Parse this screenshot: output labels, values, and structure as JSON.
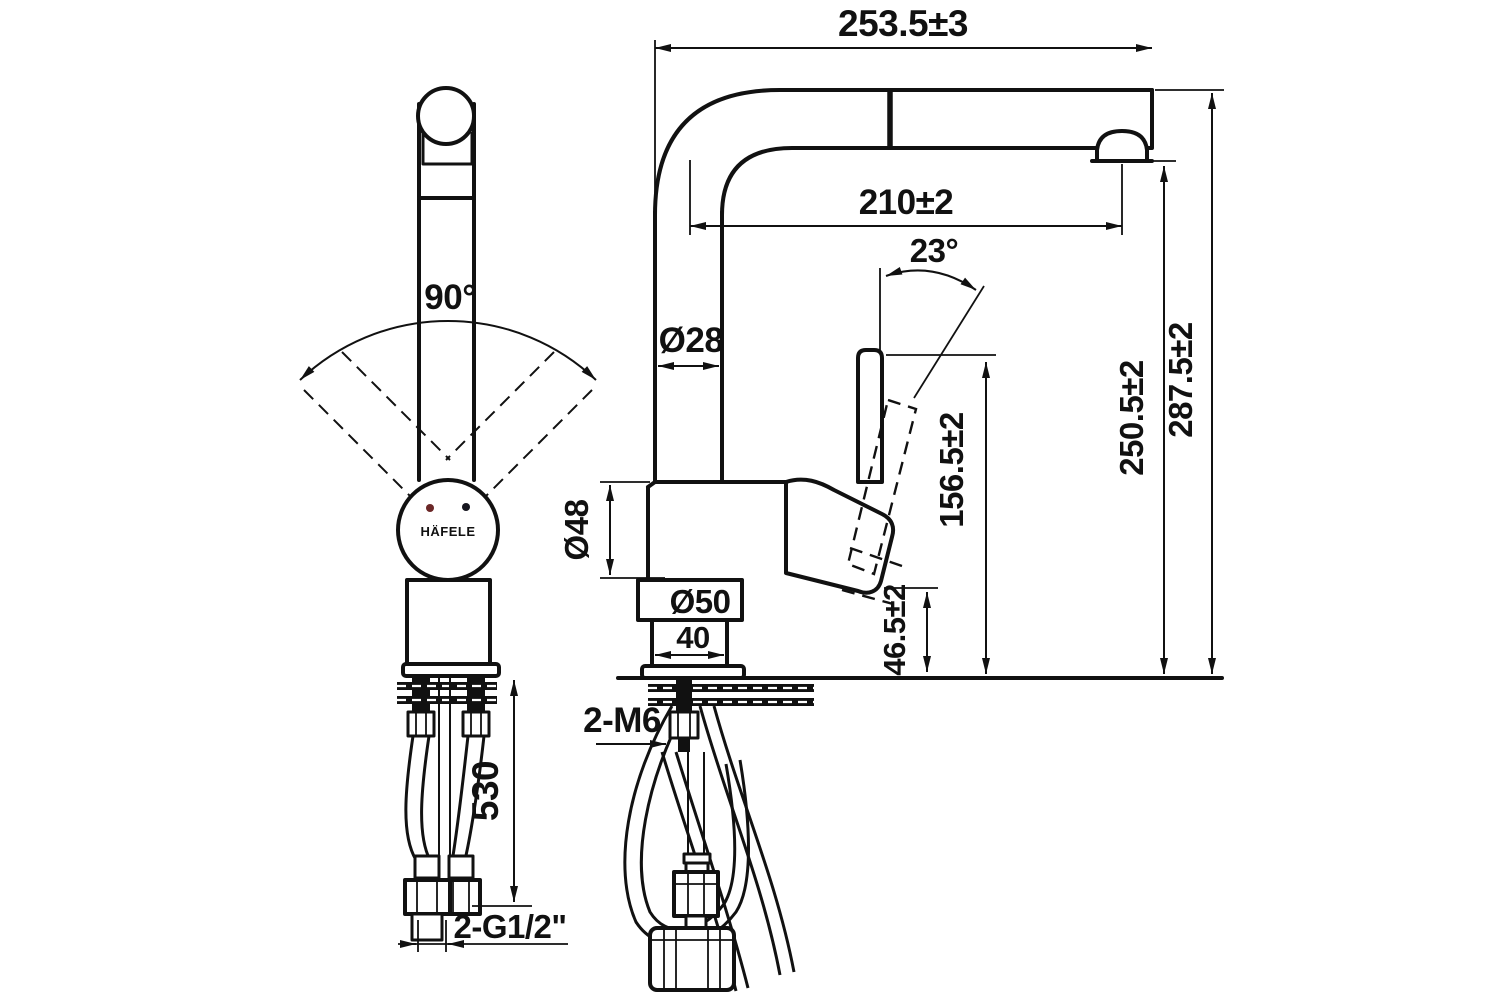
{
  "drawing": {
    "brand_logo": "HÄFELE",
    "dimensions": {
      "overall_reach": "253.5±3",
      "outlet_reach": "210±2",
      "handle_tilt_angle": "23°",
      "swivel_angle": "90°",
      "spout_tube_diameter": "Ø28",
      "body_diameter": "Ø48",
      "base_diameter": "Ø50",
      "base_width": "40",
      "handle_top_height": "156.5±2",
      "valve_body_height": "46.5±2",
      "outlet_height": "250.5±2",
      "overall_height": "287.5±2",
      "hose_length": "530",
      "fixing_studs": "2-M6",
      "supply_connections": "2-G1/2\""
    },
    "colors": {
      "line": "#111111",
      "background": "#ffffff",
      "hot_marker": "#6b2727",
      "cold_marker": "#16161f"
    }
  }
}
